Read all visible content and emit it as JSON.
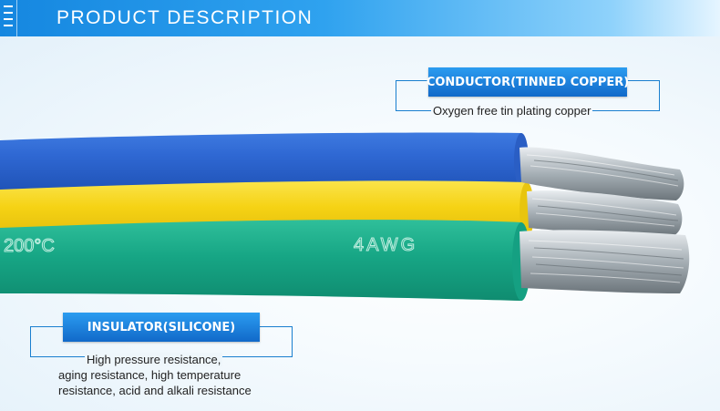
{
  "header": {
    "title": "PRODUCT DESCRIPTION"
  },
  "cable": {
    "marking_temp": "200°C",
    "marking_gauge": "4AWG"
  },
  "conductor": {
    "label": "CONDUCTOR(TINNED COPPER)",
    "description": "Oxygen free tin plating copper"
  },
  "insulator": {
    "label": "INSULATOR(SILICONE)",
    "description_lines": [
      "High pressure resistance,",
      "aging resistance, high temperature",
      "resistance, acid and alkali resistance"
    ]
  },
  "colors": {
    "accent": "#1a86df",
    "blue_wire": "#2d63cf",
    "yellow_wire": "#f6d312",
    "green_wire": "#1aa88a",
    "copper": "#c4cbcf"
  }
}
